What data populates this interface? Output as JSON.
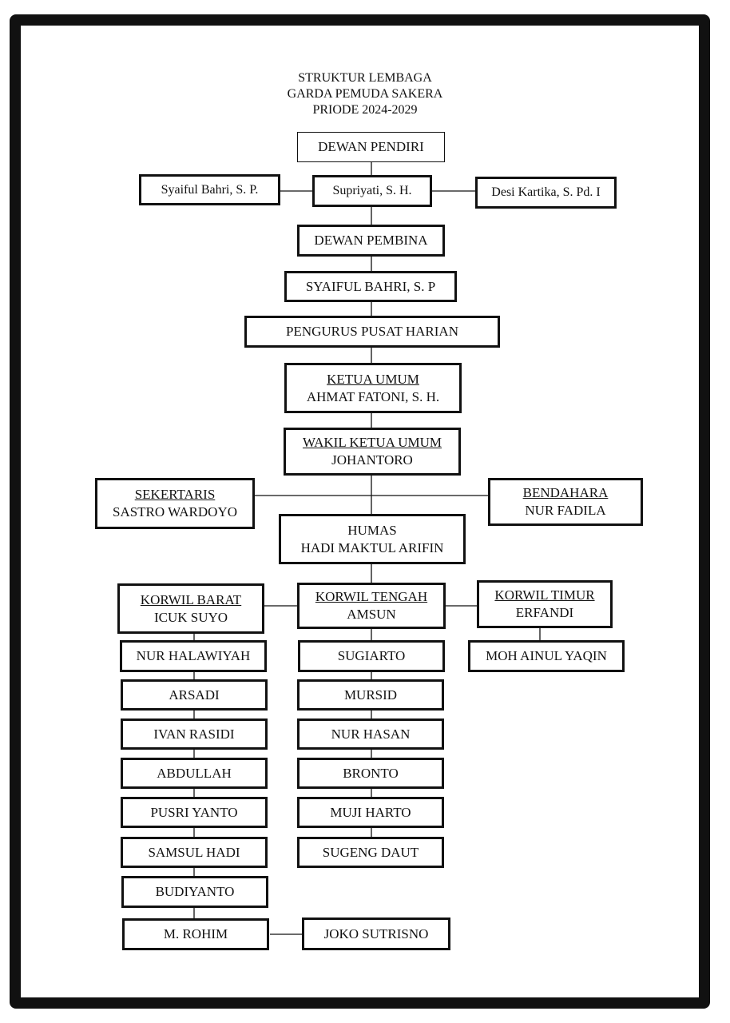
{
  "title": {
    "line1": "STRUKTUR LEMBAGA",
    "line2": "GARDA PEMUDA SAKERA",
    "line3": "PRIODE 2024-2029"
  },
  "founders": {
    "label": "DEWAN PENDIRI",
    "left": "Syaiful Bahri, S. P.",
    "center": "Supriyati, S. H.",
    "right": "Desi Kartika, S. Pd. I"
  },
  "pembina": {
    "label": "DEWAN PEMBINA",
    "name": "SYAIFUL BAHRI, S. P"
  },
  "pusat": {
    "label": "PENGURUS PUSAT HARIAN"
  },
  "ketua": {
    "role": "KETUA UMUM",
    "name": "AHMAT FATONI, S. H."
  },
  "wakil": {
    "role": "WAKIL KETUA UMUM",
    "name": "JOHANTORO"
  },
  "sekertaris": {
    "role": "SEKERTARIS",
    "name": "SASTRO WARDOYO"
  },
  "bendahara": {
    "role": "BENDAHARA",
    "name": "NUR FADILA"
  },
  "humas": {
    "role": "HUMAS",
    "name": "HADI MAKTUL ARIFIN"
  },
  "korwil_barat": {
    "role": "KORWIL BARAT",
    "name": "ICUK SUYO",
    "members": [
      "NUR HALAWIYAH",
      "ARSADI",
      "IVAN RASIDI",
      "ABDULLAH",
      "PUSRI YANTO",
      "SAMSUL HADI",
      "BUDIYANTO",
      "M. ROHIM"
    ],
    "extra": "JOKO SUTRISNO"
  },
  "korwil_tengah": {
    "role": "KORWIL TENGAH",
    "name": "AMSUN",
    "members": [
      "SUGIARTO",
      "MURSID",
      "NUR HASAN",
      "BRONTO",
      "MUJI HARTO",
      "SUGENG DAUT"
    ]
  },
  "korwil_timur": {
    "role": "KORWIL TIMUR",
    "name": "ERFANDI",
    "members": [
      "MOH AINUL YAQIN"
    ]
  }
}
